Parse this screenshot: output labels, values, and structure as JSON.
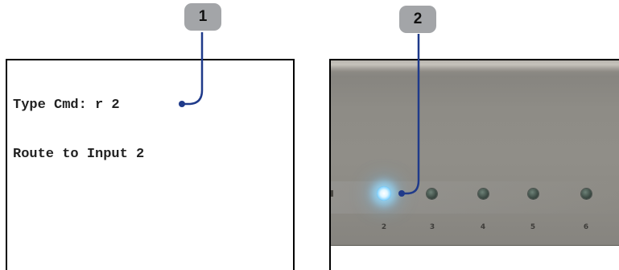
{
  "callouts": [
    {
      "id": "1",
      "label": "1"
    },
    {
      "id": "2",
      "label": "2"
    }
  ],
  "terminal": {
    "line1": "Type Cmd: r 2",
    "line2": "Route to Input 2"
  },
  "device": {
    "port_labels": [
      "2",
      "3",
      "4",
      "5",
      "6"
    ],
    "active_port": "2",
    "led_active_color": "#8ed8ff",
    "panel_color": "#8f8d87"
  },
  "colors": {
    "leader_line": "#1f3a8a",
    "callout_bg": "#a3a5a8"
  }
}
